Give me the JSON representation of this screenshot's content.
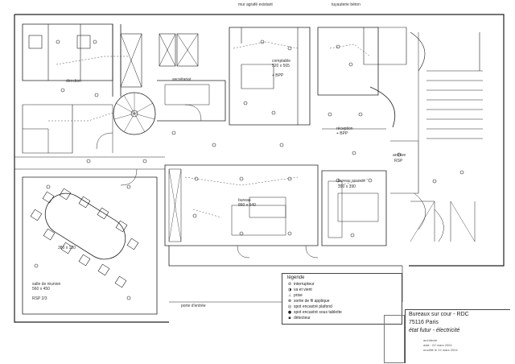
{
  "header": {
    "label_top": "mur agrafé existant",
    "label_top_right": "tuyauterie béton"
  },
  "rooms": {
    "comptable": "comptable",
    "comptable_dims": "520 x 565",
    "comptable_extra": "+ BPP",
    "secretariat": "secrétariat",
    "direction": "direction",
    "reception": "réception",
    "reception_sub": "+ BPP",
    "bureau_center": "bureau",
    "bureau_center_dims": "860 x 540",
    "bureau_right": "bureau associé",
    "bureau_right_dims": "390 x 390",
    "salle_reunion": "salle de réunion",
    "salle_reunion_dims": "560 x 450",
    "table_dims": "380 x 120",
    "archive": "archive",
    "archive_sub": "RSP",
    "porte": "porte d'entrée",
    "rsp_bottom": "RSP 2/3"
  },
  "legend": {
    "title": "légende",
    "items": [
      {
        "icon": "switch-icon",
        "sym": "⊘",
        "label": "interrupteur"
      },
      {
        "icon": "double-switch-icon",
        "sym": "◑",
        "label": "va et vient"
      },
      {
        "icon": "outlet-icon",
        "sym": "⊥",
        "label": "prise"
      },
      {
        "icon": "wall-light-icon",
        "sym": "⊗",
        "label": "sortie de fil applique"
      },
      {
        "icon": "ceiling-spot-icon",
        "sym": "◎",
        "label": "spot encastré plafond"
      },
      {
        "icon": "wall-spot-icon",
        "sym": "●",
        "label": "spot encastré sous tablette"
      },
      {
        "icon": "detector-icon",
        "sym": "▪",
        "label": "détecteur"
      }
    ]
  },
  "title_block": {
    "line1": "Bureaux sur cour - RDC",
    "line2": "75116 Paris",
    "line3": "état futur - électricité",
    "line4": "architecte",
    "line5": "date : 02 mars 2004",
    "line6": "modifié le 22 mars 2004"
  }
}
